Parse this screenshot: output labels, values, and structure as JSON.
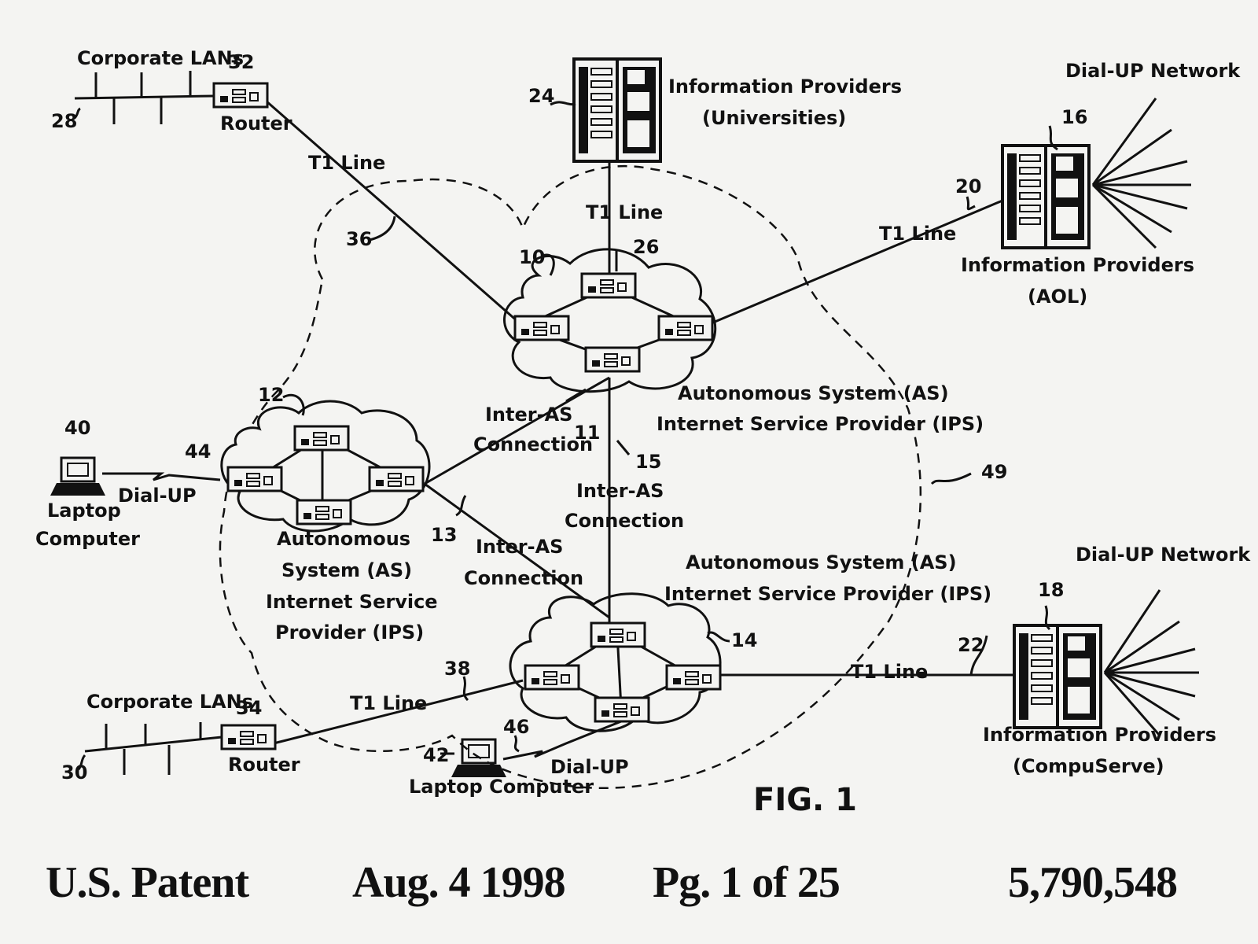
{
  "labels": {
    "corp_lans_top": "Corporate LANs",
    "router_top": "Router",
    "t1_top_left": "T1 Line",
    "info_univ_1": "Information Providers",
    "info_univ_2": "(Universities)",
    "t1_univ": "T1 Line",
    "dialup_net_top": "Dial-UP Network",
    "t1_aol": "T1 Line",
    "info_aol_1": "Information Providers",
    "info_aol_2": "(AOL)",
    "as_top_1": "Autonomous System (AS)",
    "as_top_2": "Internet Service Provider (IPS)",
    "inter_as_11_1": "Inter-AS",
    "inter_as_11_2": "Connection",
    "inter_as_15_1": "Inter-AS",
    "inter_as_15_2": "Connection",
    "inter_as_13_1": "Inter-AS",
    "inter_as_13_2": "Connection",
    "laptop_left_1": "Laptop",
    "laptop_left_2": "Computer",
    "dialup_left": "Dial-UP",
    "as_left_1": "Autonomous",
    "as_left_2": "System (AS)",
    "as_left_3": "Internet Service",
    "as_left_4": "Provider (IPS)",
    "as_bot_1": "Autonomous System (AS)",
    "as_bot_2": "Internet Service Provider (IPS)",
    "dialup_net_bot": "Dial-UP Network",
    "t1_cs": "T1 Line",
    "info_cs_1": "Information Providers",
    "info_cs_2": "(CompuServe)",
    "corp_lans_bot": "Corporate LANs",
    "router_bot": "Router",
    "t1_bot_left": "T1 Line",
    "dialup_bot": "Dial-UP",
    "laptop_bot": "Laptop Computer",
    "fig": "FIG. 1"
  },
  "refs": {
    "r10": "10",
    "r11": "11",
    "r12": "12",
    "r13": "13",
    "r14": "14",
    "r15": "15",
    "r16": "16",
    "r18": "18",
    "r20": "20",
    "r22": "22",
    "r24": "24",
    "r26": "26",
    "r28": "28",
    "r30": "30",
    "r32": "32",
    "r34": "34",
    "r36": "36",
    "r38": "38",
    "r40": "40",
    "r42": "42",
    "r44": "44",
    "r46": "46",
    "r49": "49"
  },
  "footer": {
    "patent": "U.S. Patent",
    "date": "Aug. 4 1998",
    "page": "Pg. 1 of 25",
    "number": "5,790,548"
  }
}
